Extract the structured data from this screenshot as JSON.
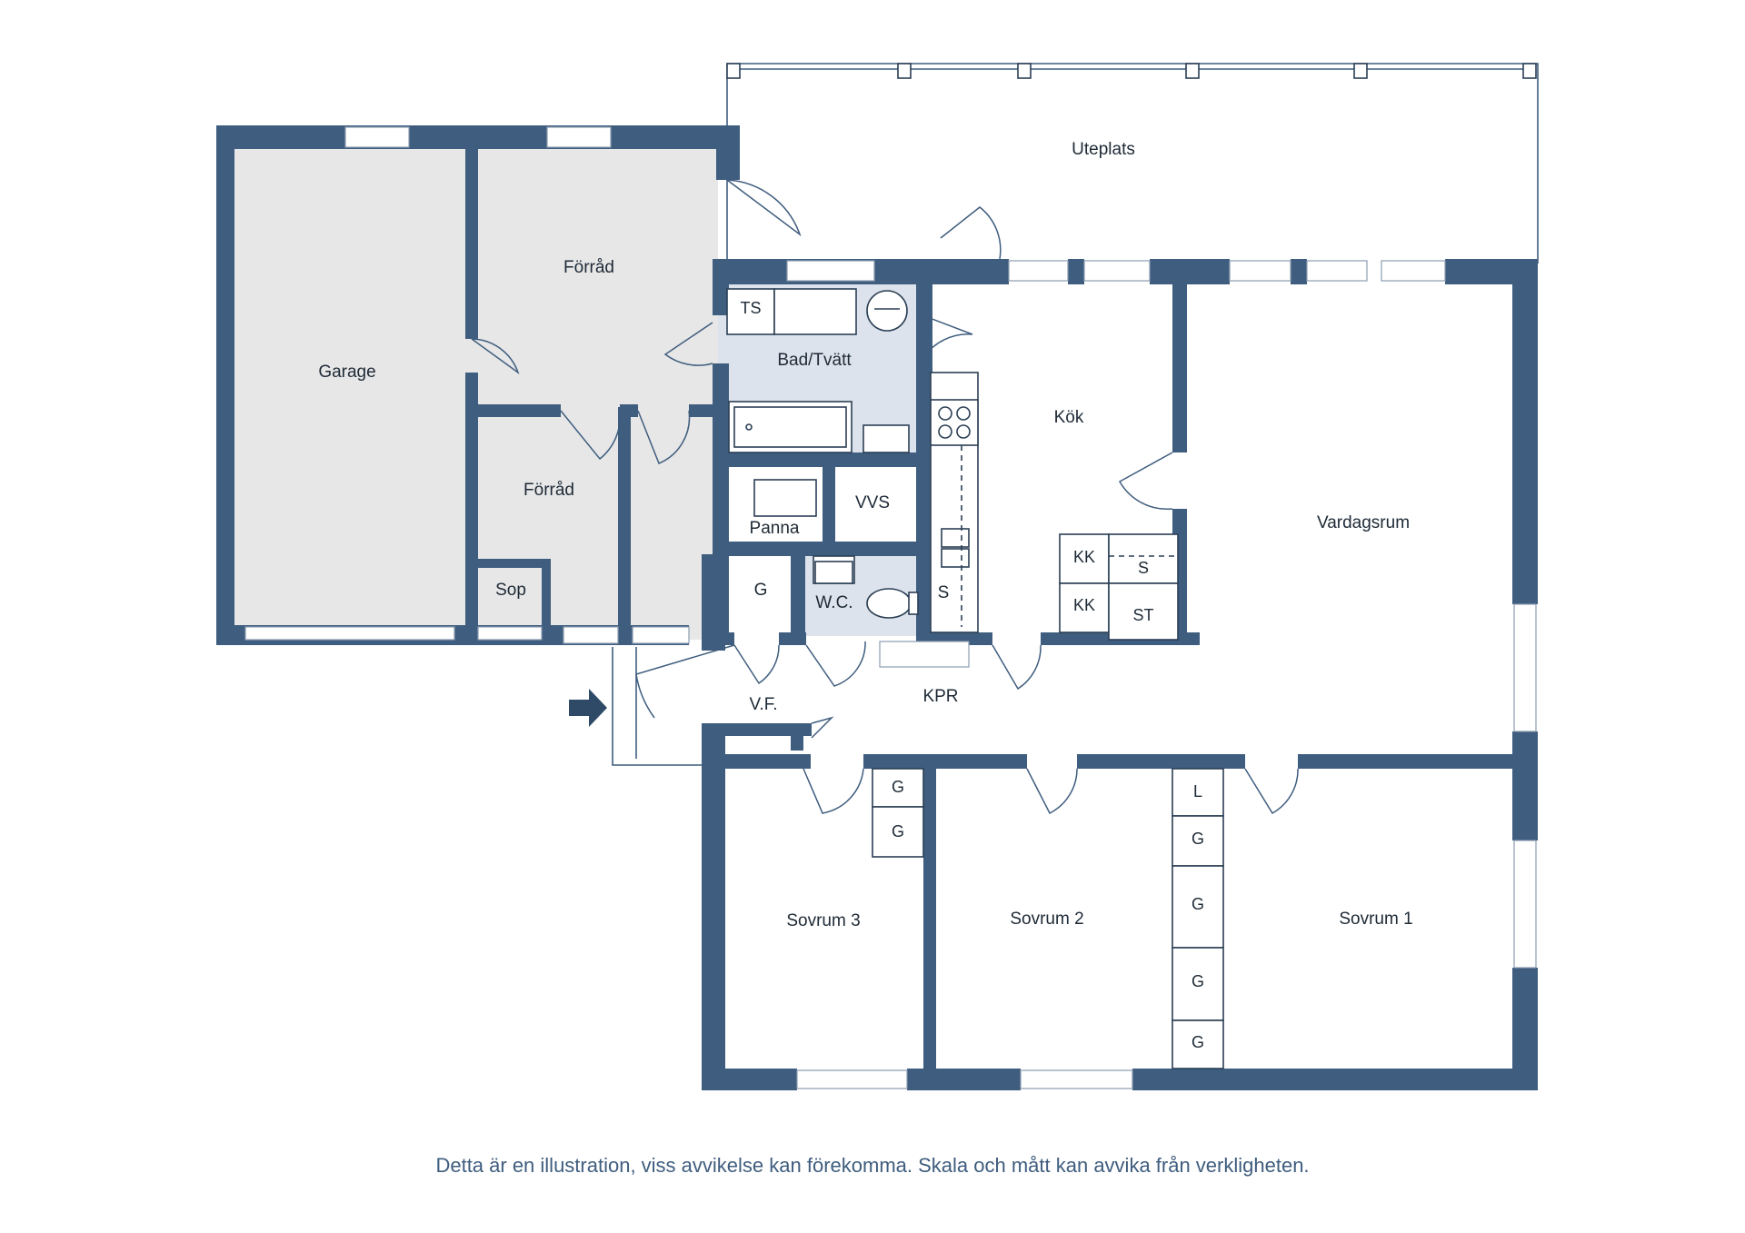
{
  "rooms": {
    "garage": "Garage",
    "forrad_1": "Förråd",
    "forrad_2": "Förråd",
    "sop": "Sop",
    "panna": "Panna",
    "vvs": "VVS",
    "bad_tvatt": "Bad/Tvätt",
    "ts": "TS",
    "wc": "W.C.",
    "g_wc": "G",
    "s_kok": "S",
    "kok": "Kök",
    "kk_1": "KK",
    "kk_2": "KK",
    "s_closet": "S",
    "st": "ST",
    "uteplats": "Uteplats",
    "vardagsrum": "Vardagsrum",
    "vf": "V.F.",
    "kpr": "KPR",
    "g_s3_1": "G",
    "g_s3_2": "G",
    "sovrum_3": "Sovrum 3",
    "sovrum_2": "Sovrum 2",
    "sovrum_1": "Sovrum 1",
    "l_closet": "L",
    "g_s1_1": "G",
    "g_s1_2": "G",
    "g_s1_3": "G",
    "g_s1_4": "G"
  },
  "disclaimer": "Detta är en illustration, viss avvikelse kan förekomma. Skala och mått kan avvika från verkligheten.",
  "colors": {
    "wall": "#3f5d7e",
    "unheated_floor": "#e7e7e7",
    "wet_room_floor": "#dde3ec",
    "text": "#1e2a36"
  }
}
